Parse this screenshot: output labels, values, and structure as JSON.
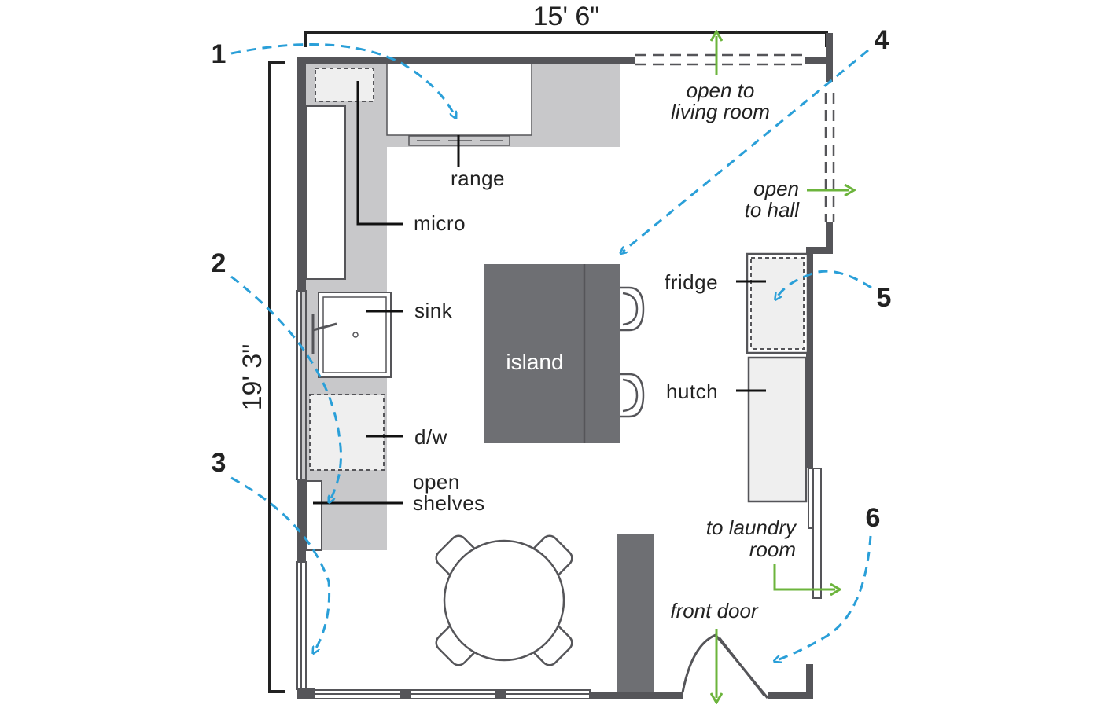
{
  "dimensions": {
    "width": "15' 6\"",
    "length": "19' 3\""
  },
  "view_numbers": [
    "1",
    "2",
    "3",
    "4",
    "5",
    "6"
  ],
  "fixtures": {
    "range": "range",
    "micro": "micro",
    "sink": "sink",
    "dishwasher": "d/w",
    "open_shelves": [
      "open",
      "shelves"
    ],
    "island": "island",
    "fridge": "fridge",
    "hutch": "hutch"
  },
  "openings": {
    "living_room": [
      "open to",
      "living room"
    ],
    "hall": [
      "open",
      "to hall"
    ],
    "laundry": [
      "to laundry",
      "room"
    ],
    "front_door": "front door"
  },
  "colors": {
    "wall": "#555559",
    "counter": "#c8c8ca",
    "island": "#6e6f73",
    "appliance": "#efefef",
    "arrow_green": "#6cb43c",
    "view_blue": "#2a9fd8"
  }
}
